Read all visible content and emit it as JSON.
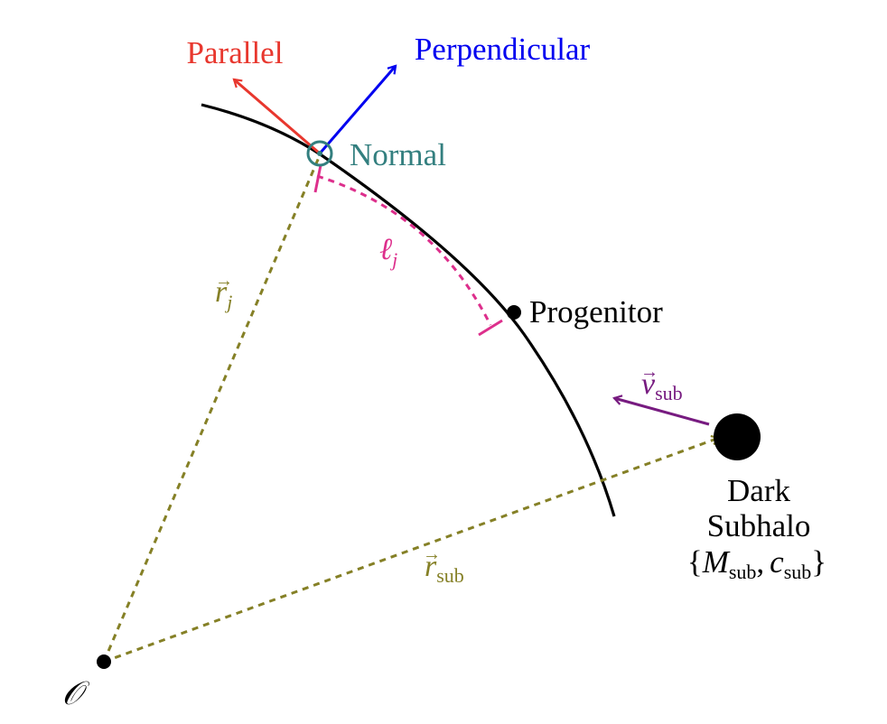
{
  "diagram": {
    "labels": {
      "parallel": "Parallel",
      "perpendicular": "Perpendicular",
      "normal": "Normal",
      "progenitor": "Progenitor",
      "dark_subhalo_line1": "Dark",
      "dark_subhalo_line2": "Subhalo",
      "subhalo_params": "{M_sub, c_sub}",
      "origin": "𝒪",
      "ell_j": "ℓ_j",
      "r_j": "r⃗_j",
      "r_sub": "r⃗_sub",
      "v_sub": "v⃗_sub"
    },
    "math_parts": {
      "ell": "ℓ",
      "j": "j",
      "r": "r",
      "v": "v",
      "sub": "sub",
      "vec": "→",
      "brace_open": "{",
      "brace_close": "}",
      "M": "M",
      "c": "c",
      "comma": ","
    },
    "colors": {
      "parallel": "#e8372e",
      "perpendicular": "#0000f0",
      "normal": "#337f7f",
      "arc_length": "#dd2f8c",
      "position_vectors": "#858026",
      "velocity": "#771b80",
      "stream": "#000000",
      "text": "#000000"
    }
  }
}
